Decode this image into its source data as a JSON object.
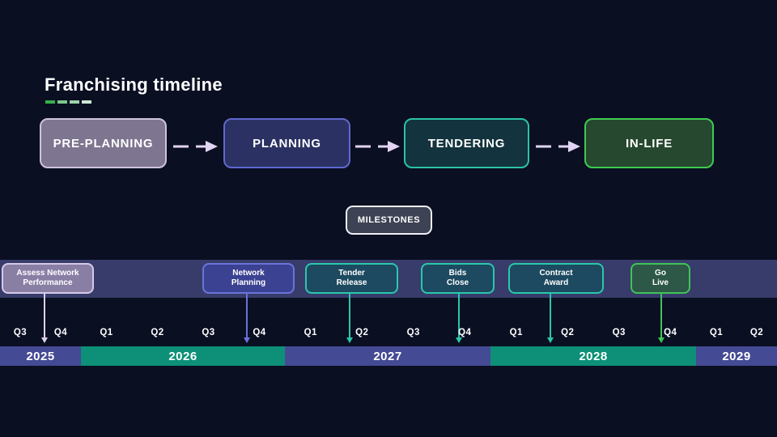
{
  "page": {
    "title": "Franchising timeline"
  },
  "stages": [
    {
      "id": "pre-planning",
      "label": "PRE-PLANNING"
    },
    {
      "id": "planning",
      "label": "PLANNING"
    },
    {
      "id": "tendering",
      "label": "TENDERING"
    },
    {
      "id": "in-life",
      "label": "IN-LIFE"
    }
  ],
  "milestones_title": "MILESTONES",
  "milestones": [
    {
      "id": "assess-network-performance",
      "label": "Assess Network\nPerformance",
      "theme": "lavender"
    },
    {
      "id": "network-planning",
      "label": "Network\nPlanning",
      "theme": "indigo"
    },
    {
      "id": "tender-release",
      "label": "Tender\nRelease",
      "theme": "teal"
    },
    {
      "id": "bids-close",
      "label": "Bids\nClose",
      "theme": "teal"
    },
    {
      "id": "contract-award",
      "label": "Contract\nAward",
      "theme": "teal"
    },
    {
      "id": "go-live",
      "label": "Go\nLive",
      "theme": "green"
    }
  ],
  "timeline": {
    "years": [
      {
        "label": "2025",
        "theme": "purple",
        "quarters": [
          "Q3",
          "Q4"
        ]
      },
      {
        "label": "2026",
        "theme": "teal",
        "quarters": [
          "Q1",
          "Q2",
          "Q3",
          "Q4"
        ]
      },
      {
        "label": "2027",
        "theme": "purple",
        "quarters": [
          "Q1",
          "Q2",
          "Q3",
          "Q4"
        ]
      },
      {
        "label": "2028",
        "theme": "teal",
        "quarters": [
          "Q1",
          "Q2",
          "Q3",
          "Q4"
        ]
      },
      {
        "label": "2029",
        "theme": "purple",
        "quarters": [
          "Q1",
          "Q2"
        ]
      }
    ]
  },
  "colors": {
    "background": "#0a0f22",
    "band": "#373c6b",
    "year_purple": "#454a94",
    "year_teal": "#0d9077",
    "stage_preplanning": {
      "fill": "#7e7590",
      "border": "#cec2dd"
    },
    "stage_planning": {
      "fill": "#2b3163",
      "border": "#5f68cd"
    },
    "stage_tendering": {
      "fill": "#13333e",
      "border": "#2bc3a6"
    },
    "stage_inlife": {
      "fill": "#26482f",
      "border": "#3ecb52"
    },
    "milestone_lavender": {
      "fill": "#897fa5",
      "border": "#d6c9e8"
    },
    "milestone_indigo": {
      "fill": "#3c4292",
      "border": "#6b74d9"
    },
    "milestone_teal": {
      "fill": "#1d4a60",
      "border": "#2bc7ab"
    },
    "milestone_green": {
      "fill": "#2d5847",
      "border": "#3fc457"
    },
    "stage_arrow": "#e2d4f2",
    "title_dashes": [
      "#35b04a",
      "#7bc98a",
      "#9fd2ac",
      "#cfe6d6"
    ]
  }
}
